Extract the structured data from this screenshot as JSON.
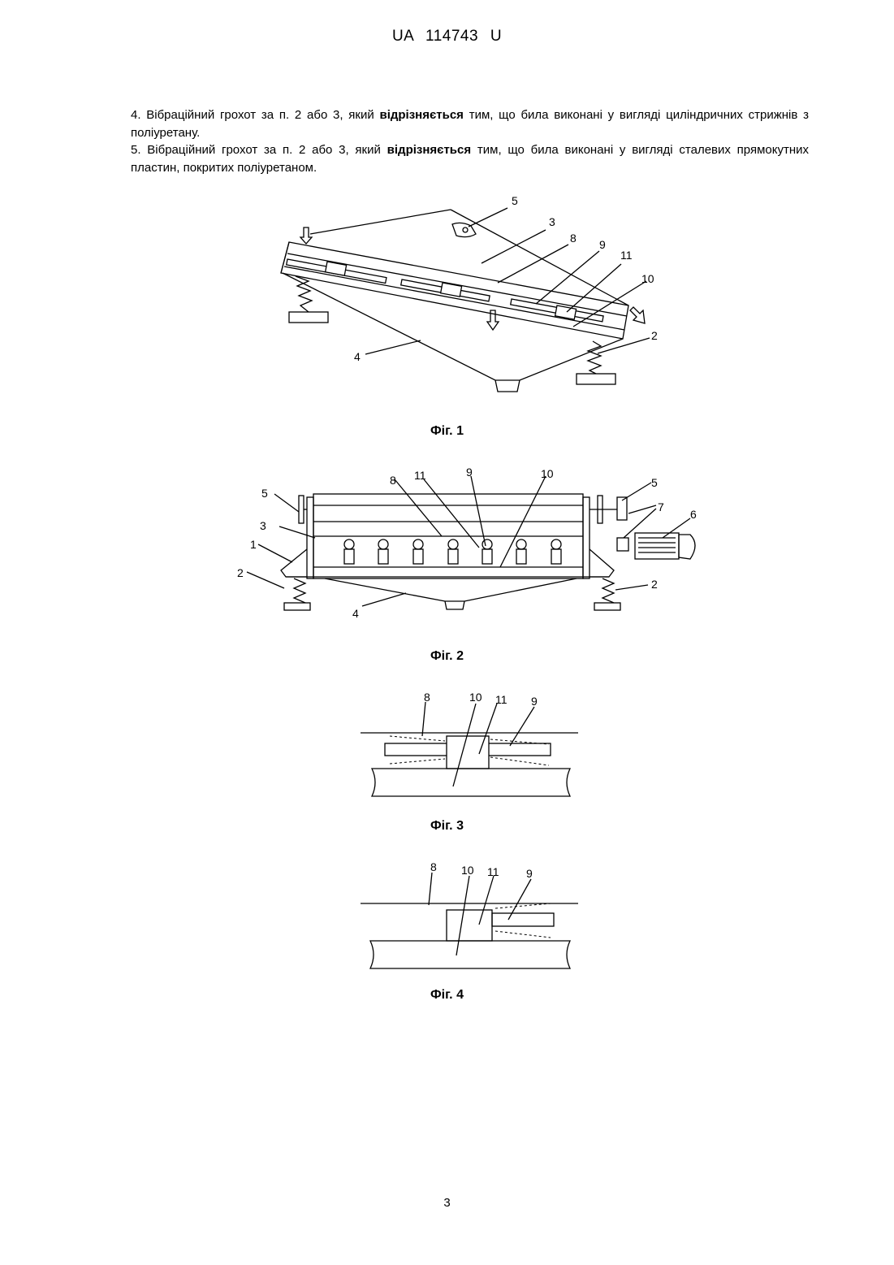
{
  "header": {
    "doc_number": "UA  114743  U"
  },
  "claims": [
    {
      "prefix": "4. Вібраційний грохот за п. 2 або 3, який ",
      "keyword": "відрізняється",
      "suffix": " тим, що била виконані у вигляді циліндричних стрижнів з поліуретану."
    },
    {
      "prefix": "5. Вібраційний грохот за п. 2 або 3, який ",
      "keyword": "відрізняється",
      "suffix": " тим, що била виконані у вигляді сталевих прямокутних пластин, покритих поліуретаном."
    }
  ],
  "figures": {
    "fig1": {
      "caption": "Фіг. 1",
      "labels": [
        "5",
        "3",
        "8",
        "9",
        "11",
        "10",
        "2",
        "4"
      ]
    },
    "fig2": {
      "caption": "Фіг. 2",
      "labels": [
        "5",
        "3",
        "1",
        "2",
        "4",
        "8",
        "11",
        "9",
        "10",
        "5",
        "7",
        "6",
        "2"
      ]
    },
    "fig3": {
      "caption": "Фіг. 3",
      "labels": [
        "8",
        "10",
        "11",
        "9"
      ]
    },
    "fig4": {
      "caption": "Фіг. 4",
      "labels": [
        "8",
        "10",
        "11",
        "9"
      ]
    }
  },
  "page_number": "3"
}
